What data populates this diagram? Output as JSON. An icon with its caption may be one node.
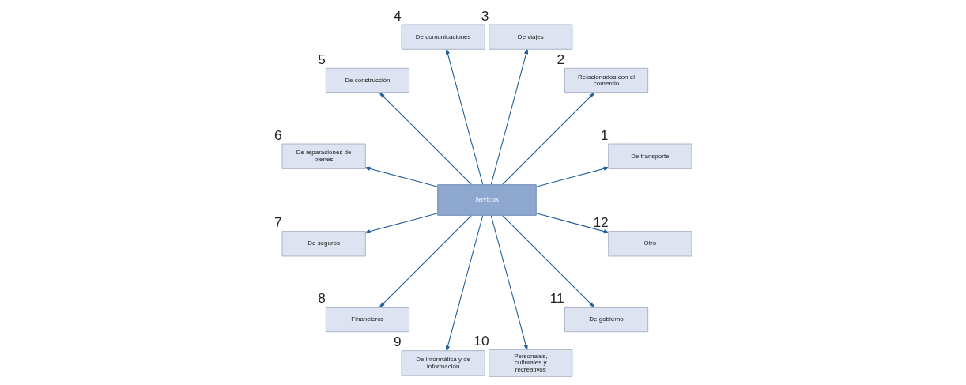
{
  "diagram": {
    "nodes": [
      {
        "text": [
          "Servicios"
        ]
      },
      {
        "text": [
          "De transporte"
        ],
        "beside": [
          "1"
        ]
      },
      {
        "text": [
          "Relacionados con el comercio"
        ],
        "beside": [
          "2"
        ]
      },
      {
        "text": [
          "De viajes"
        ],
        "beside": [
          "3"
        ]
      },
      {
        "text": [
          "De comunicaciones"
        ],
        "beside": [
          "4"
        ]
      },
      {
        "text": [
          "De construcción"
        ],
        "beside": [
          "5"
        ]
      },
      {
        "text": [
          "De reparaciones de bienes"
        ],
        "beside": [
          "6"
        ]
      },
      {
        "text": [
          "De seguros"
        ],
        "beside": [
          "7"
        ]
      },
      {
        "text": [
          "Financieros"
        ],
        "beside": [
          "8"
        ]
      },
      {
        "text": [
          "De informática y de información"
        ],
        "beside": [
          "9"
        ]
      },
      {
        "text": [
          "Personales, culturales y recreativos"
        ],
        "beside": [
          "10"
        ]
      },
      {
        "text": [
          "De gobierno"
        ],
        "beside": [
          "11"
        ]
      },
      {
        "text": [
          "Otro"
        ],
        "beside": [
          "12"
        ]
      }
    ],
    "edges": [
      {
        "from": 0,
        "to": 1,
        "arrow": "to"
      },
      {
        "from": 0,
        "to": 2,
        "arrow": "to"
      },
      {
        "from": 0,
        "to": 3,
        "arrow": "to"
      },
      {
        "from": 0,
        "to": 4,
        "arrow": "to"
      },
      {
        "from": 0,
        "to": 5,
        "arrow": "to"
      },
      {
        "from": 0,
        "to": 6,
        "arrow": "to"
      },
      {
        "from": 0,
        "to": 7,
        "arrow": "to"
      },
      {
        "from": 0,
        "to": 8,
        "arrow": "to"
      },
      {
        "from": 0,
        "to": 9,
        "arrow": "to"
      },
      {
        "from": 0,
        "to": 10,
        "arrow": "to"
      },
      {
        "from": 0,
        "to": 11,
        "arrow": "to"
      },
      {
        "from": 0,
        "to": 12,
        "arrow": "to"
      }
    ]
  }
}
